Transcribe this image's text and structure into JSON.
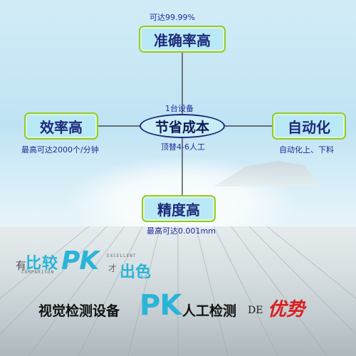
{
  "diagram": {
    "center": {
      "label": "节省成本",
      "caption_top": "1台设备",
      "caption_bottom": "顶替4-6人工"
    },
    "top": {
      "label": "准确率高",
      "caption": "可达99.99%"
    },
    "left": {
      "label": "效率高",
      "caption": "最高可达2000个/分钟"
    },
    "right": {
      "label": "自动化",
      "caption": "自动化上、下料"
    },
    "bottom": {
      "label": "精度高",
      "caption": "最高可达0.001mm"
    }
  },
  "banner": {
    "you": "有",
    "bijiao": "比较",
    "comparison": "COMPARISON",
    "pk": "PK",
    "excellent": "EXCELLENT",
    "cai": "才",
    "chuse": "出色",
    "left_text": "视觉检测设备",
    "pk2": "PK",
    "mid_text": "人工检测",
    "de": "DE",
    "youshi": "优势"
  },
  "colors": {
    "box_fill": "#b9e9f6",
    "box_border": "#8fcc2e",
    "label_text": "#1d2a7a",
    "accent": "#2ab4d8",
    "highlight": "#d81e1e"
  }
}
